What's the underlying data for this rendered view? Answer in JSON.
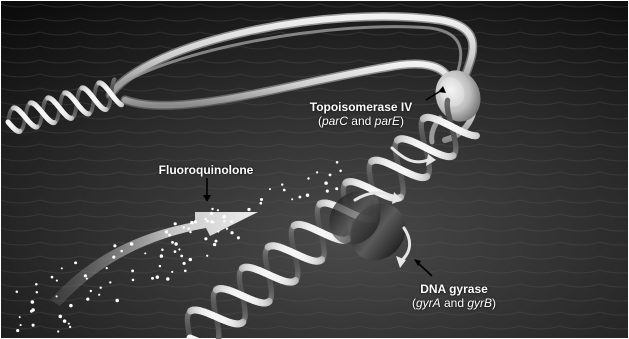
{
  "labels": {
    "topoisomerase": {
      "title": "Topoisomerase IV",
      "open_paren": "(",
      "gene1": "parC",
      "and": " and ",
      "gene2": "parE",
      "close_paren": ")"
    },
    "fluoroquinolone": {
      "title": "Fluoroquinolone"
    },
    "gyrase": {
      "title": "DNA gyrase",
      "open_paren": "(",
      "gene1": "gyrA",
      "and": " and ",
      "gene2": "gyrB",
      "close_paren": ")"
    }
  },
  "colors": {
    "background_dark": "#111111",
    "background_mid": "#3a3a3a",
    "ribbon_light": "#d8d8d8",
    "ribbon_shadow": "#7a7a7a",
    "label_text": "#ffffff"
  }
}
